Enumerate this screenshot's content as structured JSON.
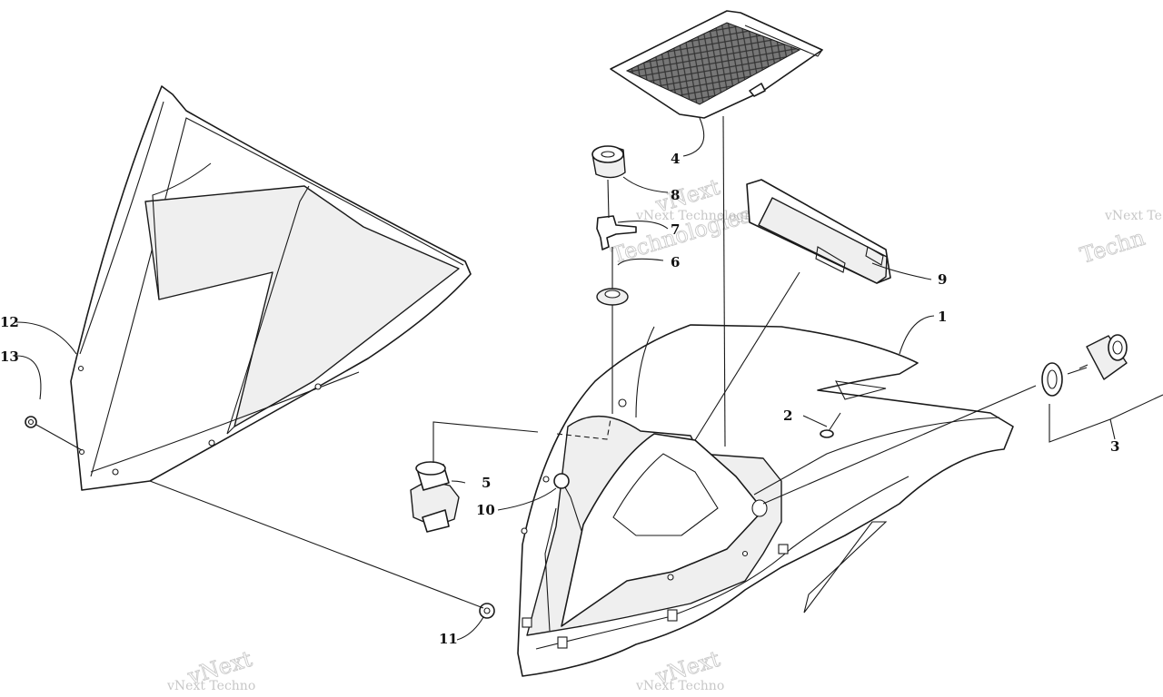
{
  "watermark": {
    "line1": "vNext Technologies",
    "line2_a": "vNext",
    "line2_b": "Technologies",
    "edge_right": "vNext Te",
    "edge_right_big": "Techn",
    "edge_bottom": "vNext Techno"
  },
  "callouts": [
    "1",
    "2",
    "3",
    "4",
    "5",
    "6",
    "7",
    "8",
    "9",
    "10",
    "11",
    "12",
    "13"
  ]
}
